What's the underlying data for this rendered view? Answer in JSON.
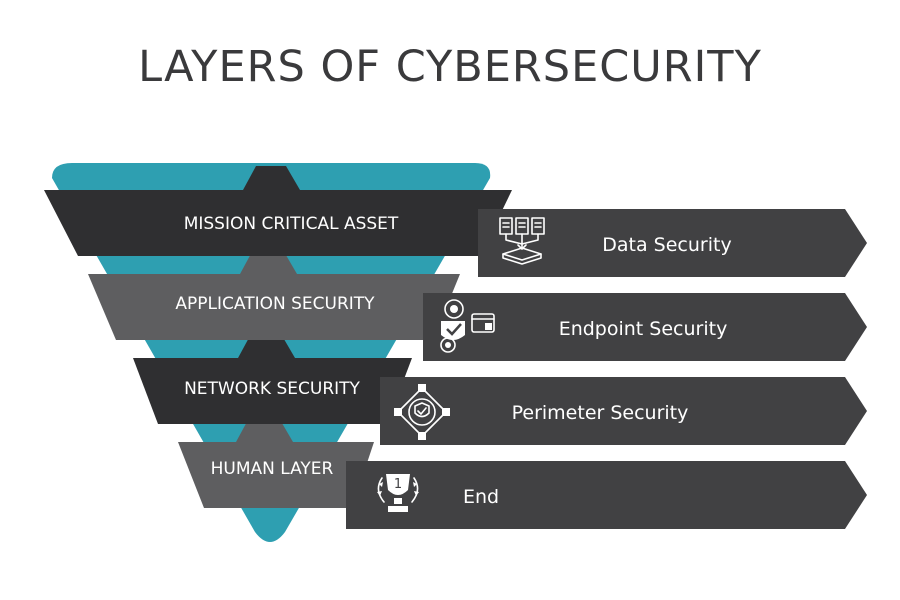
{
  "title": "LAYERS OF CYBERSECURITY",
  "colors": {
    "teal": "#2e9fb1",
    "dark": "#2f2f31",
    "mid": "#5e5e60",
    "bar": "#414143",
    "title": "#3a3a3c"
  },
  "layers": [
    {
      "label": "MISSION CRITICAL ASSET"
    },
    {
      "label": "APPLICATION SECURITY"
    },
    {
      "label": "NETWORK SECURITY"
    },
    {
      "label": "HUMAN LAYER"
    }
  ],
  "bars": [
    {
      "label": "Data Security",
      "icon": "data-files-icon"
    },
    {
      "label": "Endpoint Security",
      "icon": "endpoint-lock-icon"
    },
    {
      "label": "Perimeter Security",
      "icon": "perimeter-shield-icon"
    },
    {
      "label": "End",
      "icon": "trophy-icon"
    }
  ]
}
